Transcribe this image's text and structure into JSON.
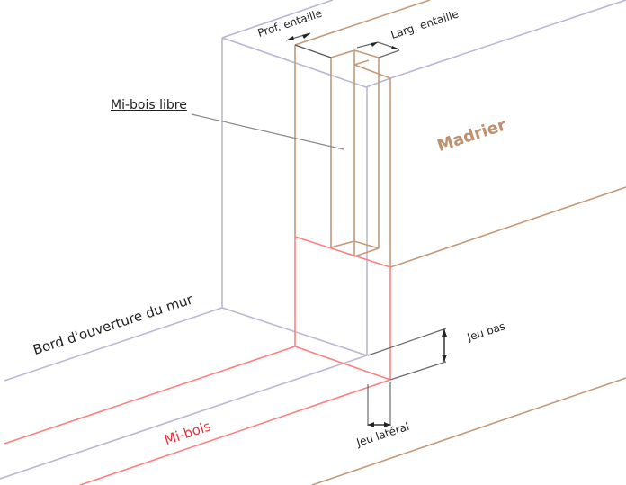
{
  "labels": {
    "prof_entaille": "Prof. entaille",
    "larg_entaille": "Larg. entaille",
    "mi_bois_libre": "Mi-bois libre",
    "madrier": "Madrier",
    "bord_ouverture": "Bord d'ouverture du mur",
    "jeu_bas": "Jeu bas",
    "mi_bois": "Mi-bois",
    "jeu_lateral": "Jeu latéral"
  },
  "colors": {
    "wall": "#b8b8d4",
    "madrier": "#c49a78",
    "mi_bois": "#ff8080",
    "dimension": "#6a6a6a",
    "madrier_text": "#c0906c",
    "mi_bois_text": "#e8303a"
  }
}
